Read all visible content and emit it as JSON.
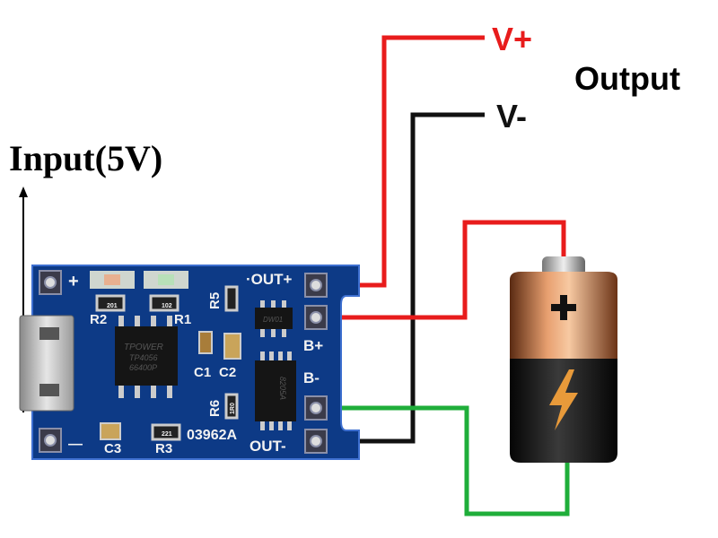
{
  "labels": {
    "input": "Input(5V)",
    "output": "Output",
    "v_plus": "V+",
    "v_minus": "V-"
  },
  "board": {
    "silkscreen": {
      "plus": "+",
      "minus": "—",
      "out_plus": "·OUT+",
      "out_minus": "OUT-",
      "b_plus": "B+",
      "b_minus": "B-",
      "r1": "R1",
      "r2": "R2",
      "r3": "R3",
      "r5": "R5",
      "r6": "R6",
      "c1": "C1",
      "c2": "C2",
      "c3": "C3",
      "board_id": "03962A"
    },
    "chips": {
      "charger_brand": "TPOWER",
      "charger_model": "TP4056",
      "charger_lot": "66400P",
      "mosfet": "DW01",
      "protection": "8205A"
    },
    "resistor_codes": {
      "r1": "102",
      "r2": "201",
      "r3": "221",
      "r6": "1R0"
    }
  },
  "colors": {
    "pcb": "#0d3a86",
    "wire_positive": "#e81c1c",
    "wire_negative": "#111111",
    "wire_battery_negative": "#1fae3a",
    "v_plus_text": "#e81c1c"
  }
}
